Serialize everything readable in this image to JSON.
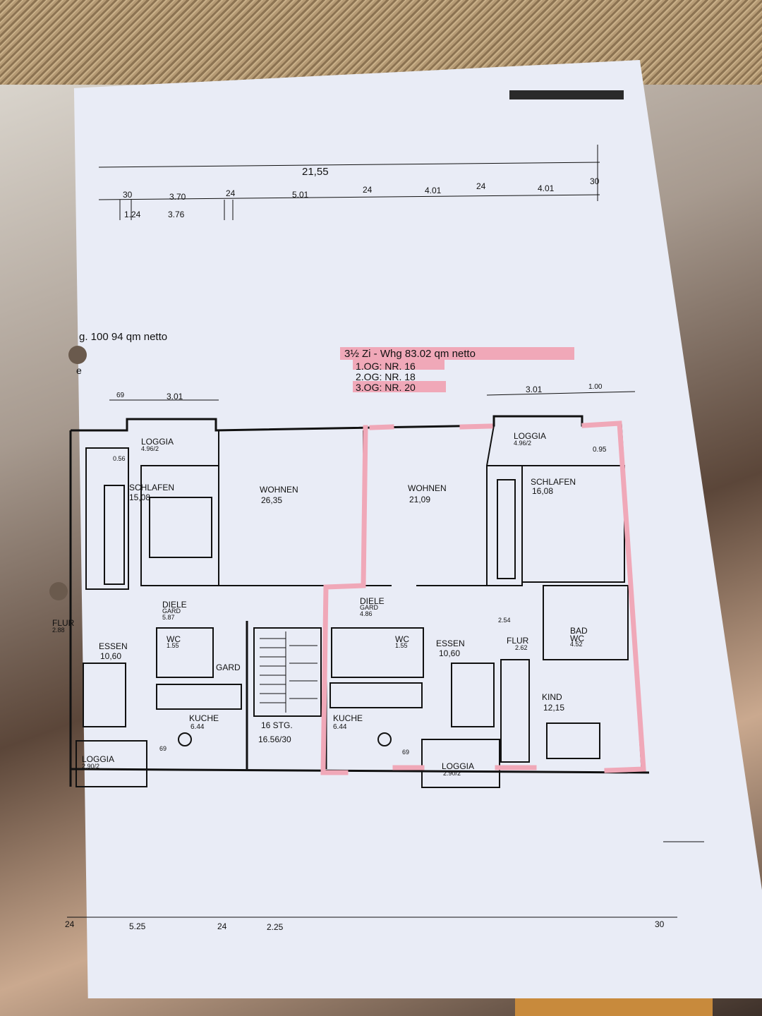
{
  "header": {
    "total_width": "21,55",
    "left_area": "g. 100 94 qm netto",
    "left_note": "e"
  },
  "top_dims": {
    "d1": "30",
    "d2": "3.70",
    "d3": "24",
    "d4": "5.01",
    "d5": "24",
    "d6": "4.01",
    "d7": "24",
    "d8": "4.01",
    "d9": "30",
    "d10": "1.24",
    "d11": "3.76"
  },
  "apartment": {
    "title": "3½ Zi - Whg 83.02 qm netto",
    "floor1": "1.OG: NR. 16",
    "floor2": "2.OG: NR. 18",
    "floor3": "3.OG: NR. 20"
  },
  "plan_dims": {
    "l1": "69",
    "l2": "3.01",
    "r1": "3.01",
    "r2": "1.00",
    "s056": "0.56",
    "s095": "0.95",
    "s069a": "69",
    "s069b": "69",
    "s254": "2.54",
    "bottom1": "24",
    "bottom2": "5.25",
    "bottom3": "24",
    "bottom4": "2.25",
    "bottom5": "30"
  },
  "rooms": {
    "loggia_tl": "LOGGIA",
    "loggia_tl_area": "4.96/2",
    "schlafen_l": "SCHLAFEN",
    "schlafen_l_area": "15,08",
    "wohnen_l": "WOHNEN",
    "wohnen_l_area": "26,35",
    "wohnen_r": "WOHNEN",
    "wohnen_r_area": "21,09",
    "loggia_tr": "LOGGIA",
    "loggia_tr_area": "4.96/2",
    "schlafen_r": "SCHLAFEN",
    "schlafen_r_area": "16,08",
    "diele_l": "DIELE",
    "garo_l": "GARD",
    "diele_l_area": "5.87",
    "diele_r": "DIELE",
    "garo_r": "GARD",
    "diele_r_area": "4.86",
    "flur_l": "FLUR",
    "flur_l_area": "2.88",
    "essen_l": "ESSEN",
    "essen_l_area": "10,60",
    "wc_l": "WC",
    "wc_l_area": "1.55",
    "gard_l": "GARD",
    "kuche_l": "KUCHE",
    "kuche_l_area": "6.44",
    "stair": "16 STG.",
    "stair_dim": "16.56/30",
    "kuche_r": "KUCHE",
    "kuche_r_area": "6.44",
    "wc_r": "WC",
    "wc_r_area": "1.55",
    "essen_r": "ESSEN",
    "essen_r_area": "10,60",
    "flur_r": "FLUR",
    "flur_r_area": "2.62",
    "bad": "BAD",
    "bad_wc": "WC",
    "bad_area": "4.52",
    "kind": "KIND",
    "kind_area": "12,15",
    "loggia_bl": "LOGGIA",
    "loggia_bl_area": "2.90/2",
    "loggia_br": "LOGGIA",
    "loggia_br_area": "2.90/2"
  },
  "colors": {
    "highlight": "#f0a8b8",
    "ink": "#111111",
    "paper": "#e9ecf6"
  }
}
